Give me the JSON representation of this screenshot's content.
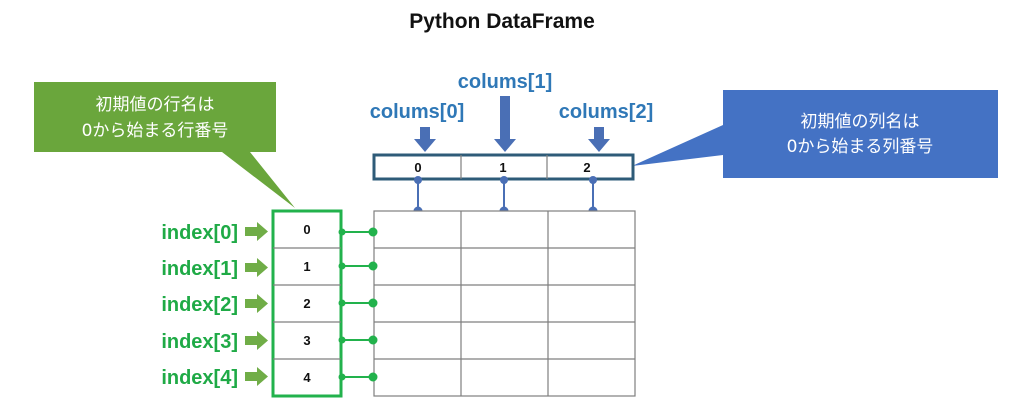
{
  "title": "Python DataFrame",
  "column_labels": [
    "colums[0]",
    "colums[1]",
    "colums[2]"
  ],
  "column_values": [
    "0",
    "1",
    "2"
  ],
  "index_labels": [
    "index[0]",
    "index[1]",
    "index[2]",
    "index[3]",
    "index[4]"
  ],
  "index_values": [
    "0",
    "1",
    "2",
    "3",
    "4"
  ],
  "callout_rows": {
    "lines": [
      "初期値の行名は",
      "0から始まる行番号"
    ],
    "fill": "#6aa63c"
  },
  "callout_cols": {
    "lines": [
      "初期値の列名は",
      "0から始まる列番号"
    ],
    "fill": "#4472c4"
  },
  "colors": {
    "blue_text": "#2f78b7",
    "blue_arrow": "#4a6fb5",
    "green_text": "#1faa46",
    "green_arrow": "#70ad47",
    "green_border": "#22b24c",
    "header_border": "#2e5b78",
    "grid": "#7f7f7f"
  }
}
